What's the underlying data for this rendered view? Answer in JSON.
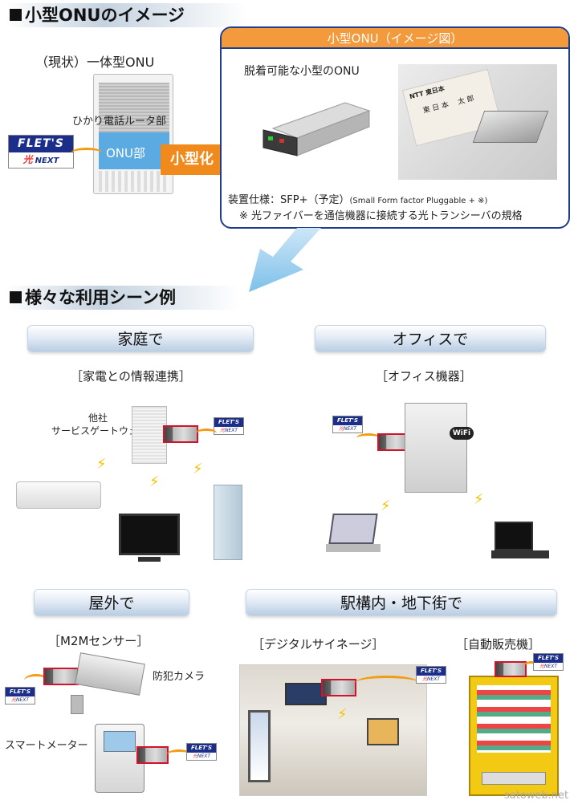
{
  "section1": {
    "title": "小型ONUのイメージ"
  },
  "current": {
    "label": "（現状）一体型ONU",
    "router_label": "ひかり電話ルータ部",
    "onu_label": "ONU部"
  },
  "flets": {
    "brand": "FLET'S",
    "sub_hikari": "光",
    "sub_next": "NEXT"
  },
  "arrow": {
    "label": "小型化"
  },
  "panel": {
    "header": "小型ONU（イメージ図）",
    "detachable": "脱着可能な小型のONU",
    "spec_line1_main": "装置仕様：SFP+（予定）",
    "spec_line1_small": "(Small Form factor Pluggable + ※)",
    "spec_line2": "※ 光ファイバーを通信機器に接続する光トランシーバの規格",
    "card_brand": "NTT 東日本",
    "card_name": "東 日 本 　太 郎"
  },
  "section2": {
    "title": "様々な利用シーン例"
  },
  "scenes": {
    "home": {
      "head": "家庭で",
      "sub": "［家電との情報連携］",
      "gateway1": "他社",
      "gateway2": "サービスゲートウェイ"
    },
    "office": {
      "head": "オフィスで",
      "sub": "［オフィス機器］",
      "wifi": "WiFi"
    },
    "outdoor": {
      "head": "屋外で",
      "sub": "［M2Mセンサー］",
      "camera": "防犯カメラ",
      "meter": "スマートメーター"
    },
    "station": {
      "head": "駅構内・地下街で",
      "signage": "［デジタルサイネージ］",
      "vending": "［自動販売機］"
    }
  },
  "watermark": "satoweb.net"
}
